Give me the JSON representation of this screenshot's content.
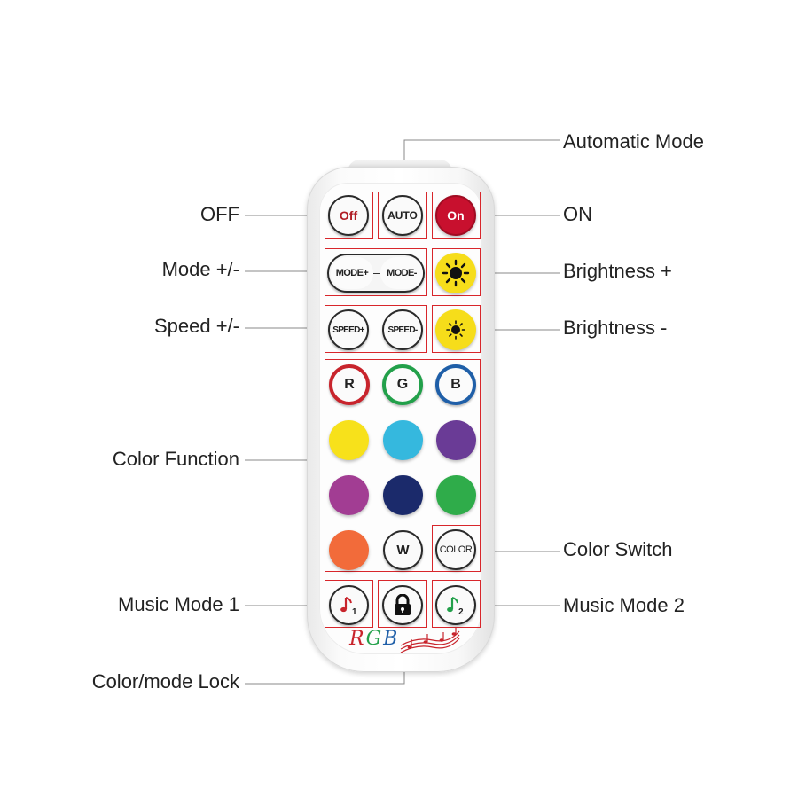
{
  "callouts": {
    "automatic_mode": "Automatic Mode",
    "off": "OFF",
    "on": "ON",
    "mode": "Mode +/-",
    "brightness_up": "Brightness +",
    "speed": "Speed +/-",
    "brightness_down": "Brightness -",
    "color_function": "Color Function",
    "color_switch": "Color Switch",
    "music_mode_1": "Music Mode 1",
    "music_mode_2": "Music Mode 2",
    "color_mode_lock": "Color/mode Lock"
  },
  "buttons": {
    "off": "Off",
    "auto": "AUTO",
    "on": "On",
    "mode_plus": "MODE+",
    "mode_minus": "MODE-",
    "speed_plus": "SPEED+",
    "speed_minus": "SPEED-",
    "r": "R",
    "g": "G",
    "b": "B",
    "w": "W",
    "color": "COLOR",
    "music1_sub": "1",
    "music2_sub": "2"
  },
  "logo": {
    "r": "R",
    "g": "G",
    "b": "B"
  },
  "icons": {
    "brightness_up": "sun-large-icon",
    "brightness_down": "sun-small-icon",
    "music_1": "music-note-icon",
    "music_2": "music-note-icon",
    "lock": "lock-icon",
    "logo_decoration": "music-staff-icon"
  },
  "colors": {
    "label_line": "#888888",
    "highlight_box": "#d8262b",
    "off_text": "#b01c24",
    "on_fill": "#c8102e",
    "sun_fill": "#f6dd1a",
    "ring_r": "#c8242c",
    "ring_g": "#22a04a",
    "ring_b": "#1f5fa8",
    "swatches": [
      "#f7e11b",
      "#35b8de",
      "#6a3b96",
      "#a23d93",
      "#1b2a6b",
      "#2fac4a",
      "#f26b3a"
    ]
  }
}
